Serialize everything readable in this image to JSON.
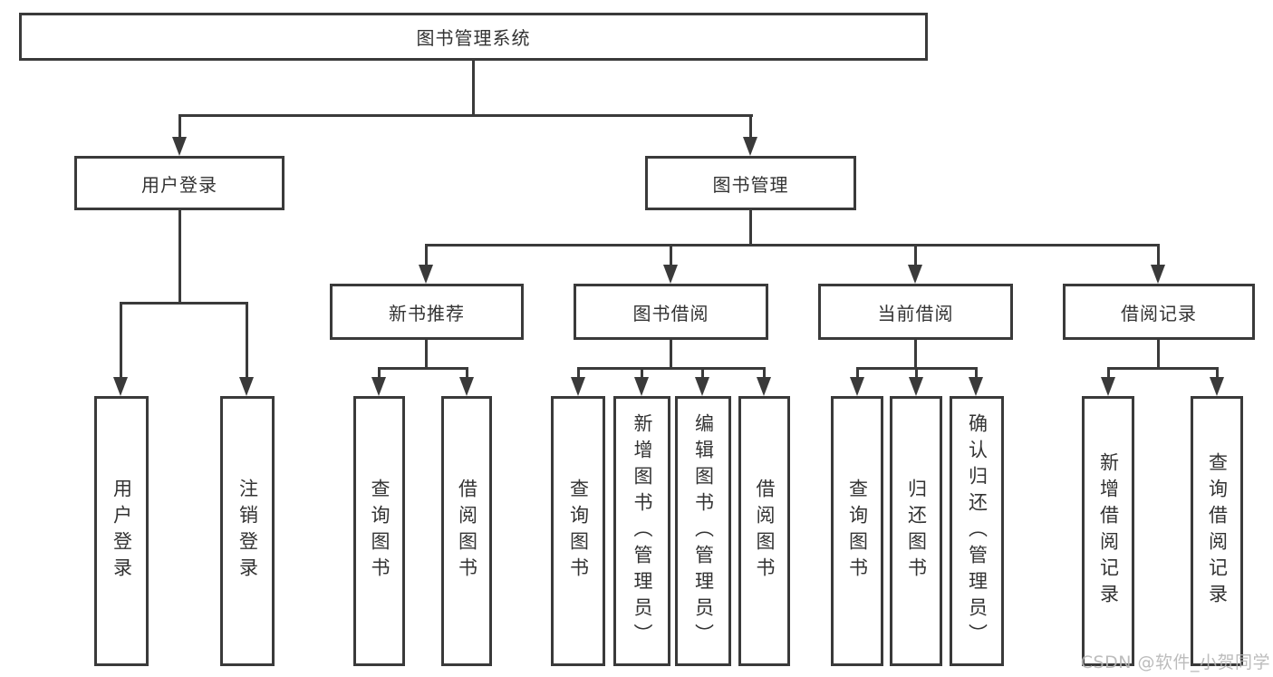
{
  "colors": {
    "line": "#3a3a3a",
    "text": "#333333",
    "background": "#ffffff",
    "watermark": "#b5b5b5"
  },
  "watermark": {
    "text": "CSDN @软件_小贺同学"
  },
  "diagram": {
    "type": "hierarchy",
    "root": {
      "label": "图书管理系统"
    },
    "level2": [
      {
        "label": "用户登录"
      },
      {
        "label": "图书管理"
      }
    ],
    "level3": [
      {
        "label": "新书推荐"
      },
      {
        "label": "图书借阅"
      },
      {
        "label": "当前借阅"
      },
      {
        "label": "借阅记录"
      }
    ],
    "leaves": {
      "user_login": [
        {
          "label": "用户登录"
        },
        {
          "label": "注销登录"
        }
      ],
      "new_book": [
        {
          "label": "查询图书"
        },
        {
          "label": "借阅图书"
        }
      ],
      "book_borrow": [
        {
          "label": "查询图书"
        },
        {
          "label": "新增图书（管理员）"
        },
        {
          "label": "编辑图书（管理员）"
        },
        {
          "label": "借阅图书"
        }
      ],
      "current_borrow": [
        {
          "label": "查询图书"
        },
        {
          "label": "归还图书"
        },
        {
          "label": "确认归还（管理员）"
        }
      ],
      "borrow_records": [
        {
          "label": "新增借阅记录"
        },
        {
          "label": "查询借阅记录"
        }
      ]
    }
  }
}
